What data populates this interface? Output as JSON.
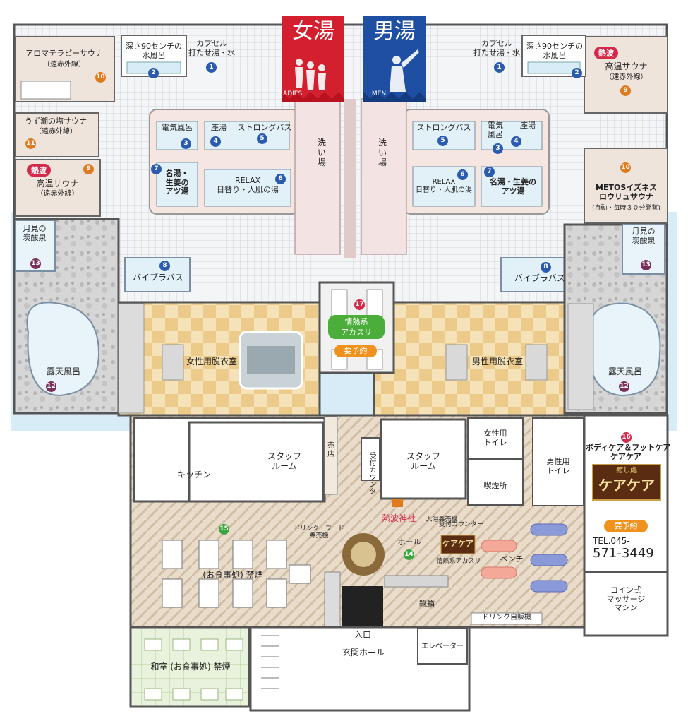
{
  "banners": {
    "women": {
      "title": "女湯",
      "sub": "LADIES"
    },
    "men": {
      "title": "男湯",
      "sub": "MEN"
    }
  },
  "rooms": {
    "aroma_sauna": {
      "name": "アロマテラピーサウナ",
      "sub": "（遠赤外線）",
      "num": "10"
    },
    "uzushio_sauna": {
      "name": "うず潮の塩サウナ",
      "sub": "（遠赤外線）",
      "num": "11"
    },
    "w_hot_sauna": {
      "tag": "熱波",
      "name": "高温サウナ",
      "sub": "（遠赤外線）",
      "num": "9"
    },
    "w_cold_bath": {
      "name": "深さ90センチの\n水風呂",
      "num": "2"
    },
    "w_capsule": {
      "name": "カプセル\n打たせ湯・水",
      "num": "1"
    },
    "m_capsule": {
      "name": "カプセル\n打たせ湯・水",
      "num": "1"
    },
    "m_cold_bath": {
      "name": "深さ90センチの\n水風呂",
      "num": "2"
    },
    "m_hot_sauna": {
      "tag": "熱波",
      "name": "高温サウナ",
      "sub": "（遠赤外線）",
      "num": "9"
    },
    "metos_sauna": {
      "name": "METOSイズネス\nロウリュサウナ",
      "sub": "(自動・毎時３０分発蒸)",
      "num": "10"
    },
    "w_denki": {
      "name": "電気風呂",
      "num": "3"
    },
    "w_zayu": {
      "name": "座湯",
      "num": "4"
    },
    "w_strong": {
      "name": "ストロングバス",
      "num": "5"
    },
    "w_meito": {
      "name": "名湯・\n生姜の\nアツ湯",
      "num": "7"
    },
    "w_relax": {
      "name": "RELAX\n日替り・人肌の湯",
      "num": "6"
    },
    "m_strong": {
      "name": "ストロングバス",
      "num": "5"
    },
    "m_denki": {
      "name": "電気\n風呂",
      "num": "3"
    },
    "m_zayu": {
      "name": "座湯",
      "num": "4"
    },
    "m_relax": {
      "name": "RELAX\n日替り・人肌の湯",
      "num": "6"
    },
    "m_meito": {
      "name": "名湯・生姜の\nアツ湯",
      "num": "7"
    },
    "w_wash": {
      "name": "洗\nい\n場"
    },
    "m_wash": {
      "name": "洗\nい\n場"
    },
    "w_vibra": {
      "name": "バイブラバス",
      "num": "8"
    },
    "m_vibra": {
      "name": "バイブラバス",
      "num": "8"
    },
    "w_tansan": {
      "name": "月見の\n炭酸泉",
      "num": "13"
    },
    "m_tansan": {
      "name": "月見の\n炭酸泉",
      "num": "13"
    },
    "w_rotenburo": {
      "name": "露天風呂",
      "num": "12"
    },
    "m_rotenburo": {
      "name": "露天風呂",
      "num": "12"
    },
    "akasuri": {
      "name": "情熱系\nアカスリ",
      "tag": "要予約",
      "num": "17"
    },
    "w_changing": {
      "name": "女性用脱衣室"
    },
    "m_changing": {
      "name": "男性用脱衣室"
    },
    "kitchen": {
      "name": "キッチン"
    },
    "staff1": {
      "name": "スタッフ\nルーム"
    },
    "staff2": {
      "name": "スタッフ\nルーム"
    },
    "shop": {
      "name": "売\n店"
    },
    "reception": {
      "name": "受付カウンター"
    },
    "w_toilet": {
      "name": "女性用\nトイレ"
    },
    "m_toilet": {
      "name": "男性用\nトイレ"
    },
    "smoking": {
      "name": "喫煙所"
    },
    "bodycare": {
      "name": "ボディケア＆フットケア\nケアケア",
      "num": "16",
      "sign_small": "癒し處",
      "sign_big": "ケアケア",
      "tag": "要予約",
      "tel_label": "TEL.045-",
      "tel_number": "571-3449"
    },
    "massage": {
      "name": "コイン式\nマッサージ\nマシン"
    },
    "dining": {
      "name": "(お食事処) 禁煙",
      "num": "15"
    },
    "drink_ticket": {
      "name": "ドリンク・フード\n券売機"
    },
    "shrine": {
      "name": "熱波神社"
    },
    "bath_ticket": {
      "name": "入浴券売機"
    },
    "hall": {
      "name": "ホール",
      "num": "14"
    },
    "counter_sign": {
      "name": "受付カウンター",
      "sign": "ケアケア",
      "caption": "情熱系アカスリ"
    },
    "bench": {
      "name": "ベンチ"
    },
    "shoe_box": {
      "name": "靴箱"
    },
    "drink_vending": {
      "name": "ドリンク自販機"
    },
    "entrance": {
      "name": "入口"
    },
    "lobby": {
      "name": "玄関ホール"
    },
    "elevator": {
      "name": "エレベーター"
    },
    "washitsu": {
      "name": "和室 (お食事処) 禁煙"
    }
  },
  "colors": {
    "women_banner": "#d4202e",
    "men_banner": "#1f4fa3",
    "tile_floor": "#f2f3f5",
    "sauna_floor": "#efe4dc",
    "changing_floor": "#f2d9a8",
    "outdoor_stone": "#c9c9c9",
    "hall_floor": "#e3d6c6",
    "washitsu_floor": "#e6f0d9",
    "green_pill": "#4cae3a",
    "orange_pill": "#f0921e"
  }
}
